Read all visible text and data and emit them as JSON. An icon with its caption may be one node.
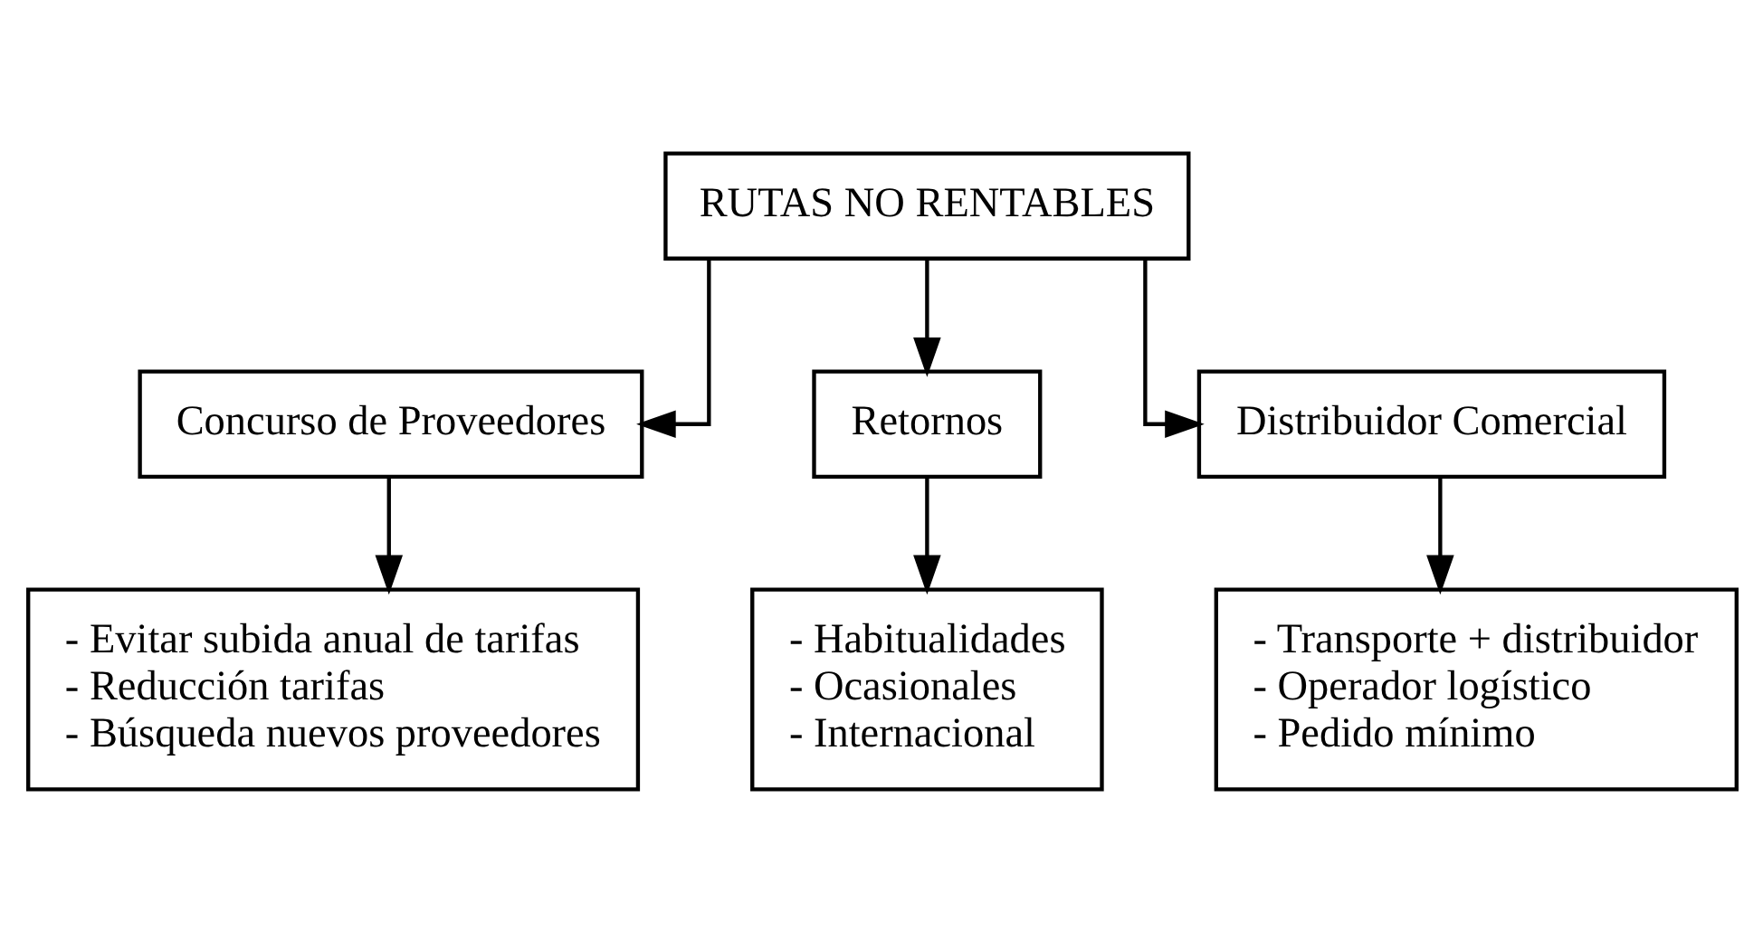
{
  "diagram": {
    "nodes": [
      {
        "text": [
          "RUTAS NO RENTABLES"
        ]
      },
      {
        "text": [
          "Concurso de Proveedores"
        ]
      },
      {
        "text": [
          "Retornos"
        ]
      },
      {
        "text": [
          "Distribuidor Comercial"
        ]
      },
      {
        "text": [
          "- Evitar subida anual de tarifas",
          "- Reducción tarifas",
          "- Búsqueda nuevos proveedores"
        ]
      },
      {
        "text": [
          "- Habitualidades",
          "- Ocasionales",
          "- Internacional"
        ]
      },
      {
        "text": [
          "- Transporte + distribuidor",
          "- Operador logístico",
          "- Pedido mínimo"
        ]
      }
    ],
    "edges": [
      {
        "from": 0,
        "to": 1,
        "arrow": "to"
      },
      {
        "from": 0,
        "to": 2,
        "arrow": "to"
      },
      {
        "from": 0,
        "to": 3,
        "arrow": "to"
      },
      {
        "from": 1,
        "to": 4,
        "arrow": "to"
      },
      {
        "from": 2,
        "to": 5,
        "arrow": "to"
      },
      {
        "from": 3,
        "to": 6,
        "arrow": "to"
      }
    ]
  }
}
